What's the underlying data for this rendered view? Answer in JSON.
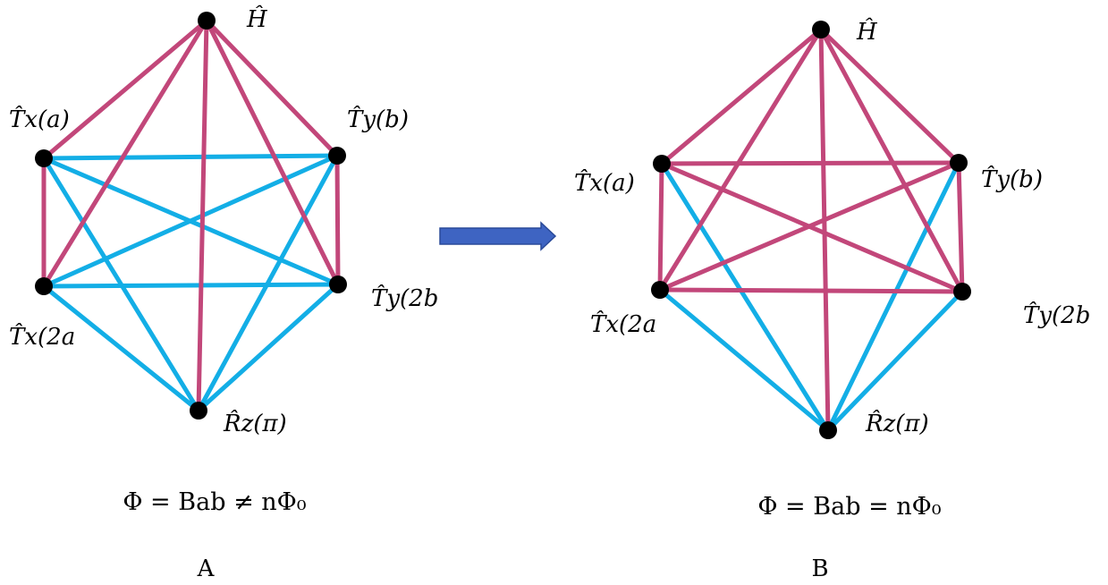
{
  "colors": {
    "magenta": "#C2477A",
    "blue": "#13AEE6",
    "node": "#000000",
    "arrow": "#3E64C2"
  },
  "graphs": [
    {
      "id": "A",
      "caption": "A",
      "formula": "Φ = Bab ≠ nΦ₀",
      "nodes": [
        {
          "id": "H",
          "label": "Ĥ"
        },
        {
          "id": "Tx1",
          "label": "T̂x(a)"
        },
        {
          "id": "Ty1",
          "label": "T̂y(b)"
        },
        {
          "id": "Tx2",
          "label": "T̂x(2a"
        },
        {
          "id": "Ty2",
          "label": "T̂y(2b"
        },
        {
          "id": "Rz",
          "label": "R̂z(π)"
        }
      ],
      "edges": [
        {
          "from": "H",
          "to": "Tx1",
          "color": "magenta"
        },
        {
          "from": "H",
          "to": "Ty1",
          "color": "magenta"
        },
        {
          "from": "H",
          "to": "Tx2",
          "color": "magenta"
        },
        {
          "from": "H",
          "to": "Ty2",
          "color": "magenta"
        },
        {
          "from": "H",
          "to": "Rz",
          "color": "magenta"
        },
        {
          "from": "Tx1",
          "to": "Tx2",
          "color": "magenta"
        },
        {
          "from": "Ty1",
          "to": "Ty2",
          "color": "magenta"
        },
        {
          "from": "Tx1",
          "to": "Ty1",
          "color": "blue"
        },
        {
          "from": "Tx1",
          "to": "Ty2",
          "color": "blue"
        },
        {
          "from": "Tx1",
          "to": "Rz",
          "color": "blue"
        },
        {
          "from": "Tx2",
          "to": "Ty1",
          "color": "blue"
        },
        {
          "from": "Tx2",
          "to": "Ty2",
          "color": "blue"
        },
        {
          "from": "Tx2",
          "to": "Rz",
          "color": "blue"
        },
        {
          "from": "Ty1",
          "to": "Rz",
          "color": "blue"
        },
        {
          "from": "Ty2",
          "to": "Rz",
          "color": "blue"
        }
      ]
    },
    {
      "id": "B",
      "caption": "B",
      "formula": "Φ = Bab = nΦ₀",
      "nodes": [
        {
          "id": "H",
          "label": "Ĥ"
        },
        {
          "id": "Tx1",
          "label": "T̂x(a)"
        },
        {
          "id": "Ty1",
          "label": "T̂y(b)"
        },
        {
          "id": "Tx2",
          "label": "T̂x(2a"
        },
        {
          "id": "Ty2",
          "label": "T̂y(2b"
        },
        {
          "id": "Rz",
          "label": "R̂z(π)"
        }
      ],
      "edges": [
        {
          "from": "H",
          "to": "Tx1",
          "color": "magenta"
        },
        {
          "from": "H",
          "to": "Ty1",
          "color": "magenta"
        },
        {
          "from": "H",
          "to": "Tx2",
          "color": "magenta"
        },
        {
          "from": "H",
          "to": "Ty2",
          "color": "magenta"
        },
        {
          "from": "H",
          "to": "Rz",
          "color": "magenta"
        },
        {
          "from": "Tx1",
          "to": "Tx2",
          "color": "magenta"
        },
        {
          "from": "Ty1",
          "to": "Ty2",
          "color": "magenta"
        },
        {
          "from": "Tx1",
          "to": "Ty1",
          "color": "magenta"
        },
        {
          "from": "Tx1",
          "to": "Ty2",
          "color": "magenta"
        },
        {
          "from": "Tx2",
          "to": "Ty1",
          "color": "magenta"
        },
        {
          "from": "Tx2",
          "to": "Ty2",
          "color": "magenta"
        },
        {
          "from": "Tx1",
          "to": "Rz",
          "color": "blue"
        },
        {
          "from": "Tx2",
          "to": "Rz",
          "color": "blue"
        },
        {
          "from": "Ty1",
          "to": "Rz",
          "color": "blue"
        },
        {
          "from": "Ty2",
          "to": "Rz",
          "color": "blue"
        }
      ]
    }
  ]
}
